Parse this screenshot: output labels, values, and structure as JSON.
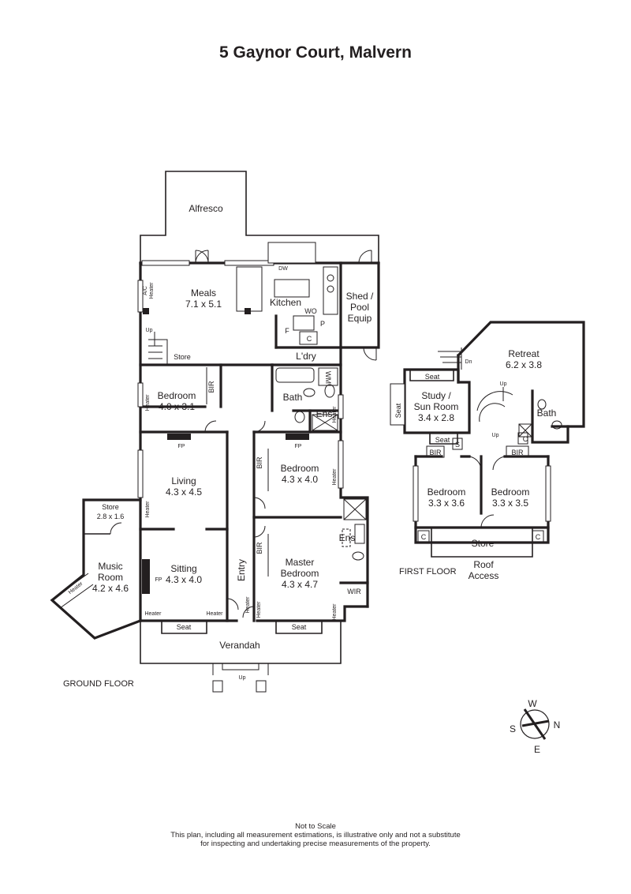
{
  "title": "5 Gaynor Court, Malvern",
  "floors": {
    "ground": "GROUND FLOOR",
    "first": "FIRST FLOOR"
  },
  "ground_rooms": {
    "alfresco": "Alfresco",
    "meals_name": "Meals",
    "meals_dim": "7.1 x 5.1",
    "kitchen": "Kitchen",
    "shed_1": "Shed /",
    "shed_2": "Pool",
    "shed_3": "Equip",
    "dw": "DW",
    "wo": "WO",
    "p": "P",
    "f": "F",
    "c": "C",
    "ldry": "L'dry",
    "ac_heater_1": "A/C",
    "ac_heater_2": "Heater",
    "up": "Up",
    "store": "Store",
    "bedroom1_name": "Bedroom",
    "bedroom1_dim": "4.0 x 3.1",
    "bir": "BIR",
    "heater": "Heater",
    "bath": "Bath",
    "wm": "WM",
    "ens": "Ens",
    "fp": "FP",
    "living_name": "Living",
    "living_dim": "4.3 x 4.5",
    "bedroom2_name": "Bedroom",
    "bedroom2_dim": "4.3 x 4.0",
    "store2_name": "Store",
    "store2_dim": "2.8 x 1.6",
    "music_1": "Music",
    "music_2": "Room",
    "music_dim": "4.2 x 4.6",
    "sitting_name": "Sitting",
    "sitting_dim": "4.3 x 4.0",
    "entry": "Entry",
    "master_1": "Master",
    "master_2": "Bedroom",
    "master_dim": "4.3 x 4.7",
    "wir": "WIR",
    "seat": "Seat",
    "verandah": "Verandah"
  },
  "first_rooms": {
    "retreat_name": "Retreat",
    "retreat_dim": "6.2 x 3.8",
    "dn": "Dn",
    "up": "Up",
    "seat": "Seat",
    "study_1": "Study /",
    "study_2": "Sun Room",
    "study_dim": "3.4 x 2.8",
    "bath": "Bath",
    "s": "S",
    "c": "C",
    "bir": "BIR",
    "bedroom_a_name": "Bedroom",
    "bedroom_a_dim": "3.3 x 3.6",
    "bedroom_b_name": "Bedroom",
    "bedroom_b_dim": "3.3 x 3.5",
    "store": "Store",
    "roof_1": "Roof",
    "roof_2": "Access"
  },
  "compass": {
    "w": "W",
    "n": "N",
    "s": "S",
    "e": "E"
  },
  "disclaimer": {
    "line1": "Not to Scale",
    "line2": "This plan, including all measurement estimations, is illustrative only and not a substitute",
    "line3": "for inspecting and undertaking precise measurements of the property."
  }
}
